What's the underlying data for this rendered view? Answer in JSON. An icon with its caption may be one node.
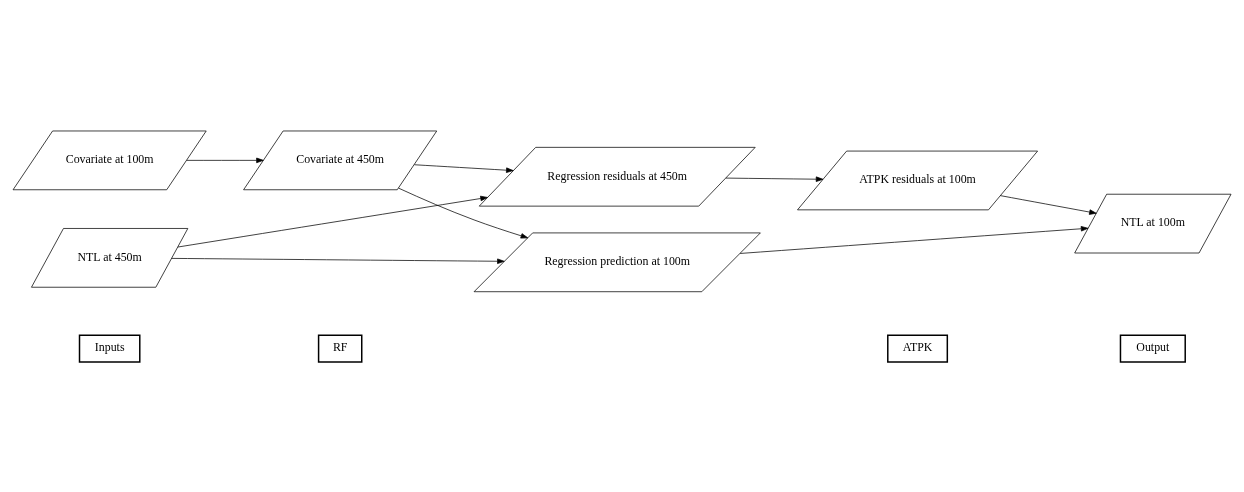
{
  "diagram": {
    "nodes": [
      {
        "text": [
          "Inputs"
        ]
      },
      {
        "text": [
          "RF"
        ]
      },
      {
        "text": [
          "ATPK"
        ]
      },
      {
        "text": [
          "Output"
        ]
      },
      {
        "text": [
          "NTL at 450m"
        ]
      },
      {
        "text": [
          "Regression prediction at 100m"
        ]
      },
      {
        "text": [
          "ATPK residuals at 100m"
        ]
      },
      {
        "text": [
          "NTL at 100m"
        ]
      },
      {
        "text": [
          "Covariate at 100m"
        ]
      },
      {
        "text": [
          "Covariate at 450m"
        ]
      },
      {
        "text": [
          "Regression residuals at 450m"
        ]
      }
    ],
    "edges": [
      {
        "from": 8,
        "to": 9,
        "arrow": "to"
      },
      {
        "from": 4,
        "to": 5,
        "arrow": "to"
      },
      {
        "from": 4,
        "to": 10,
        "arrow": "to"
      },
      {
        "from": 9,
        "to": 5,
        "arrow": "to"
      },
      {
        "from": 9,
        "to": 10,
        "arrow": "to"
      },
      {
        "from": 10,
        "to": 6,
        "arrow": "to"
      },
      {
        "from": 5,
        "to": 7,
        "arrow": "to"
      },
      {
        "from": 6,
        "to": 7,
        "arrow": "to"
      }
    ]
  }
}
